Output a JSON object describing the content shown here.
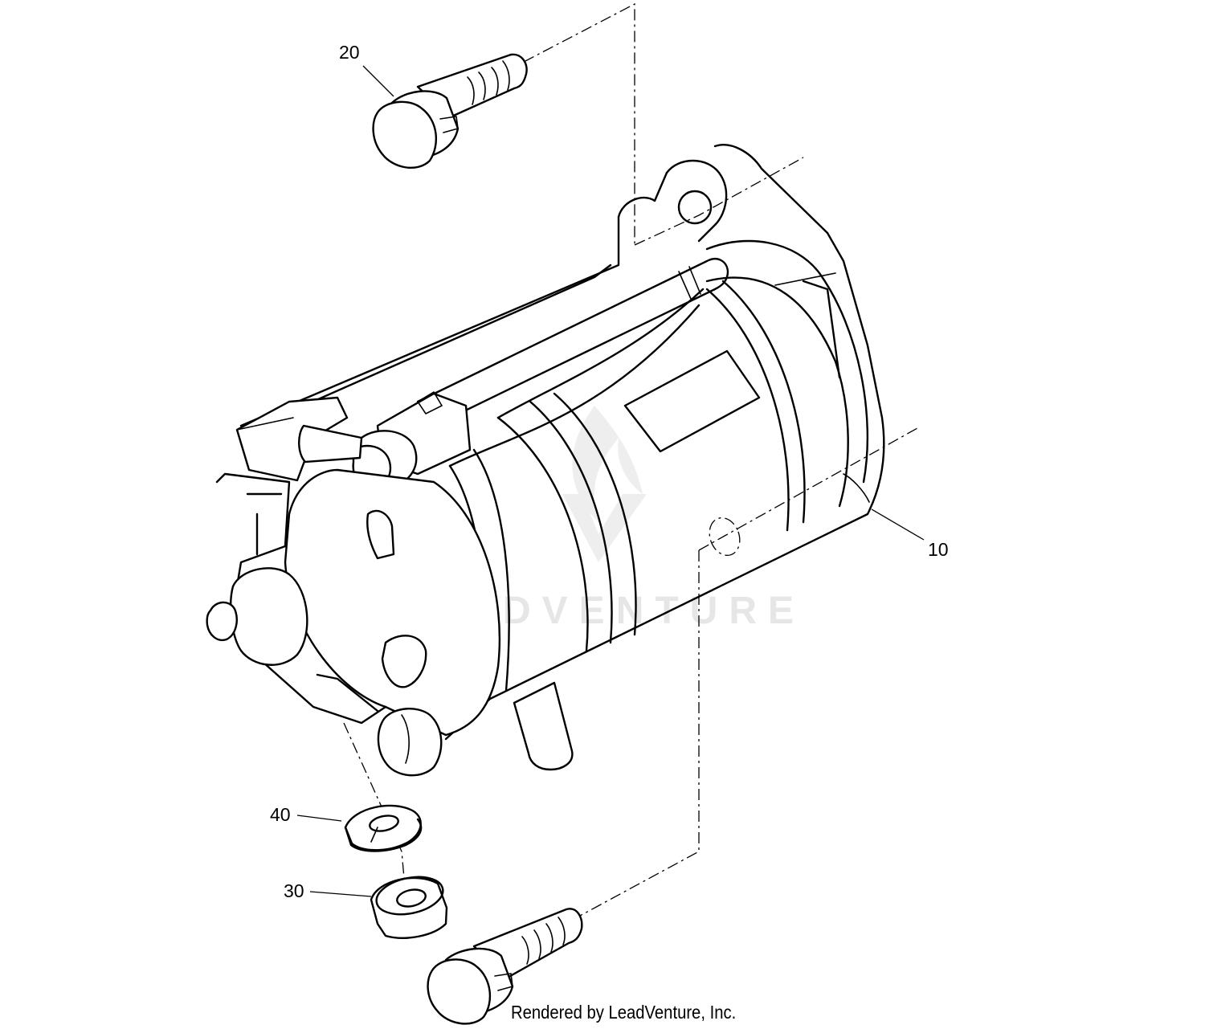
{
  "diagram": {
    "callouts": [
      {
        "id": "20",
        "label": "20"
      },
      {
        "id": "10",
        "label": "10"
      },
      {
        "id": "40",
        "label": "40"
      },
      {
        "id": "30",
        "label": "30"
      }
    ],
    "watermark": "LEADVENTURE",
    "credit": "Rendered by LeadVenture, Inc."
  },
  "colors": {
    "ink": "#000000",
    "background": "#ffffff",
    "watermark": "#e6e6e6"
  }
}
